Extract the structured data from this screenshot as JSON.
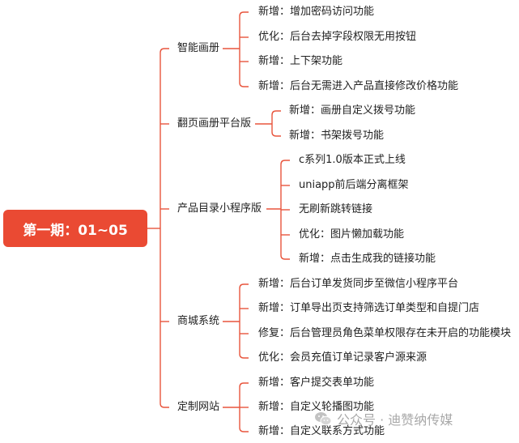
{
  "root": {
    "label": "第一期：01~05"
  },
  "colors": {
    "connector": "#e8553d",
    "root_bg": "#ea4a33",
    "text": "#222222",
    "watermark": "#9a9a9a"
  },
  "branches": [
    {
      "label": "智能画册",
      "items": [
        "新增：增加密码访问功能",
        "优化：后台去掉字段权限无用按钮",
        "新增：上下架功能",
        "新增：后台无需进入产品直接修改价格功能"
      ]
    },
    {
      "label": "翻页画册平台版",
      "items": [
        "新增：画册自定义拨号功能",
        "新增：书架拨号功能"
      ]
    },
    {
      "label": "产品目录小程序版",
      "items": [
        "c系列1.0版本正式上线",
        "uniapp前后端分离框架",
        "无刷新跳转链接",
        "优化：图片懒加载功能",
        "新增：点击生成我的链接功能"
      ]
    },
    {
      "label": "商城系统",
      "items": [
        "新增：后台订单发货同步至微信小程序平台",
        "新增：订单导出页支持筛选订单类型和自提门店",
        "修复：后台管理员角色菜单权限存在未开启的功能模块",
        "优化：会员充值订单记录客户源来源"
      ]
    },
    {
      "label": "定制网站",
      "items": [
        "新增：客户提交表单功能",
        "新增：自定义轮播图功能",
        "新增：自定义联系方式功能"
      ]
    }
  ],
  "watermark": {
    "icon": "wechat-icon",
    "text": "公众号 · 迪赞纳传媒"
  }
}
